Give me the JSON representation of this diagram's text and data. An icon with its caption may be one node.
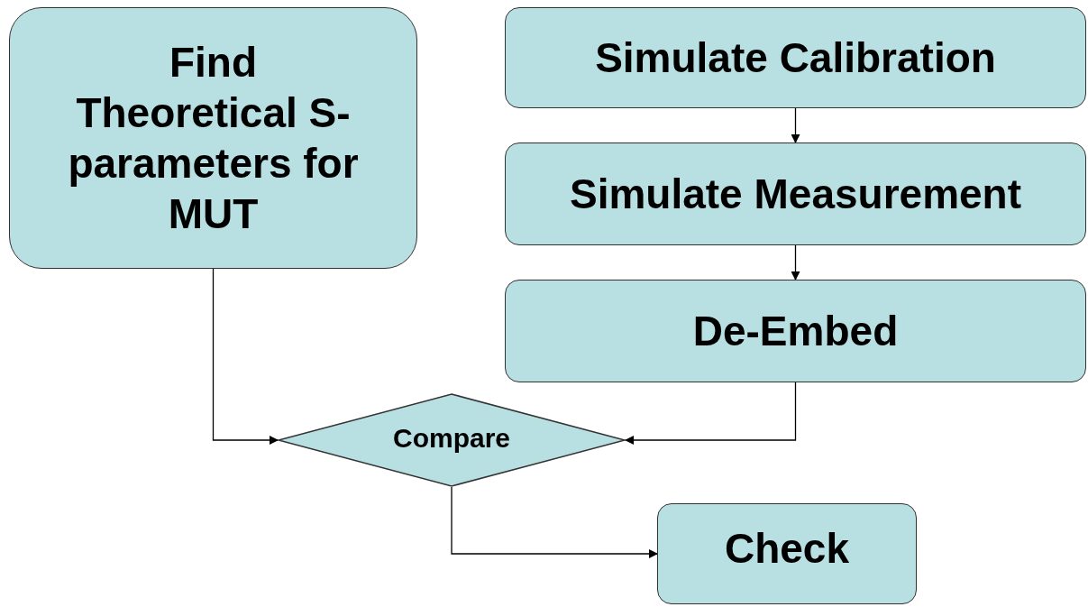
{
  "diagram": {
    "nodes": [
      {
        "text": [
          "Find Theoretical S-parameters for MUT"
        ]
      },
      {
        "text": [
          "Simulate Calibration"
        ]
      },
      {
        "text": [
          "Simulate Measurement"
        ]
      },
      {
        "text": [
          "De-Embed"
        ]
      },
      {
        "text": [
          "Compare"
        ]
      },
      {
        "text": [
          "Check"
        ]
      }
    ],
    "edges": [
      {
        "from": 1,
        "to": 2,
        "arrow": "to"
      },
      {
        "from": 2,
        "to": 3,
        "arrow": "to"
      },
      {
        "from": 0,
        "to": 4,
        "arrow": "to"
      },
      {
        "from": 3,
        "to": 4,
        "arrow": "to"
      },
      {
        "from": 4,
        "to": 5,
        "arrow": "to"
      }
    ]
  }
}
